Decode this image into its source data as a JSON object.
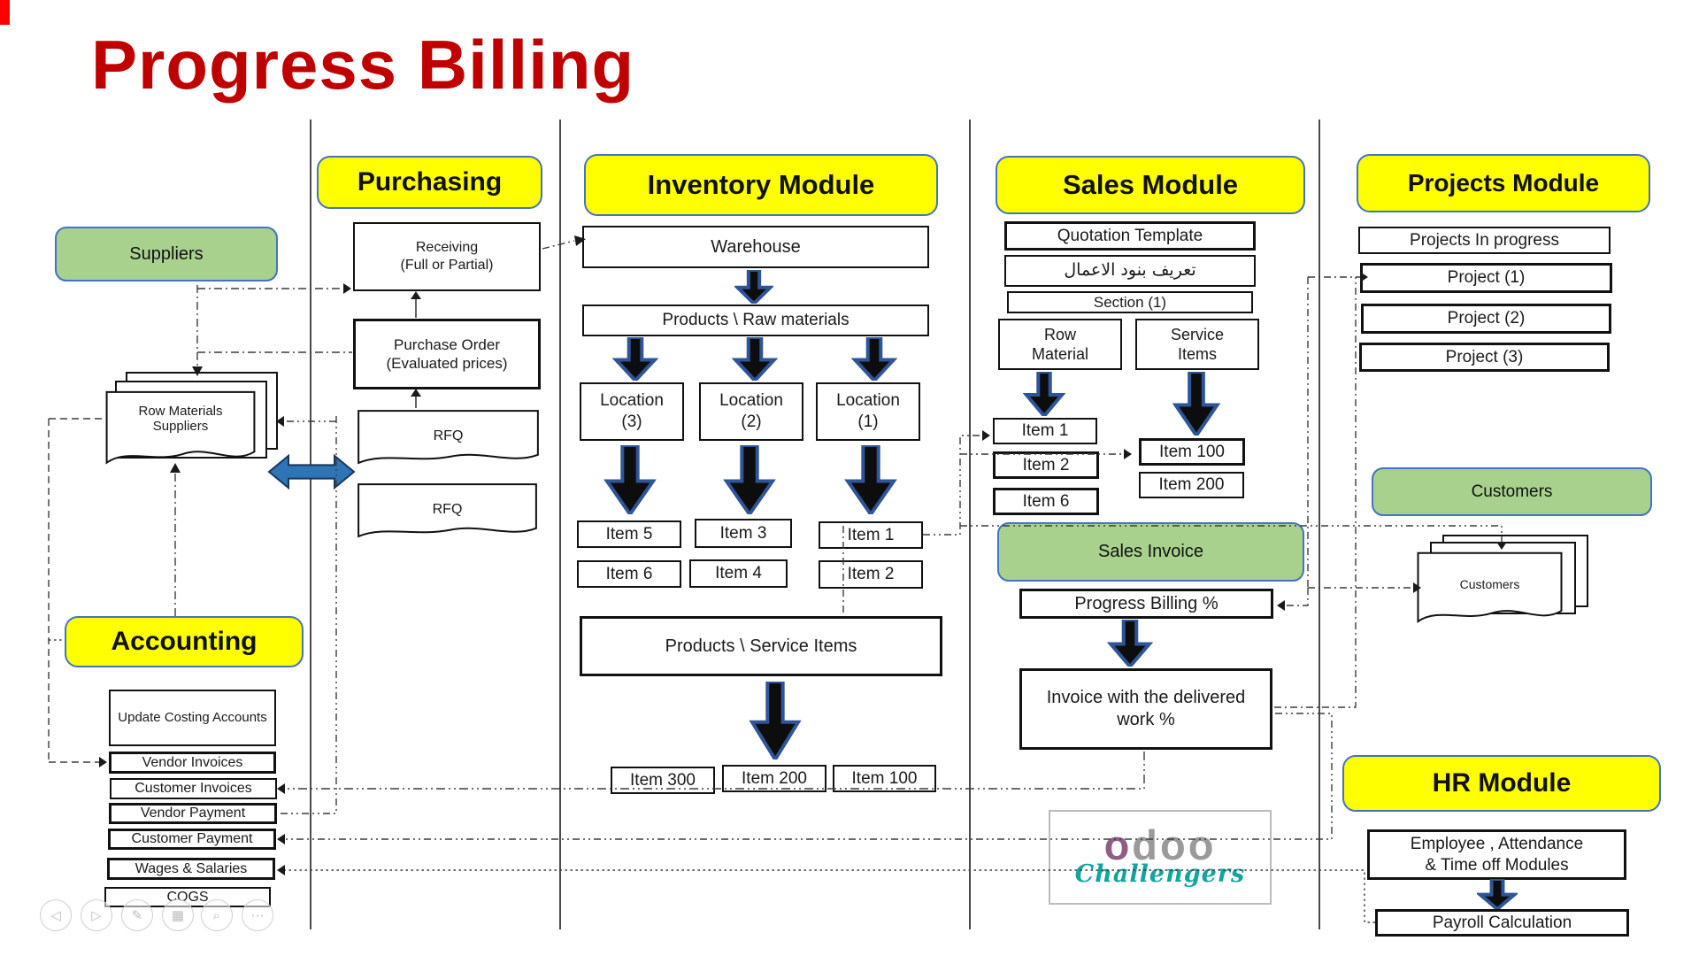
{
  "title": "Progress Billing",
  "purchasing": {
    "header": "Purchasing",
    "receiving": "Receiving\n(Full or Partial)",
    "purchase_order": "Purchase Order\n(Evaluated prices)",
    "rfq1": "RFQ",
    "rfq2": "RFQ"
  },
  "suppliers": {
    "label": "Suppliers",
    "raw_docs": "Row Materials\nSuppliers"
  },
  "accounting": {
    "header": "Accounting",
    "update_costing": "Update Costing Accounts",
    "vendor_invoices": "Vendor Invoices",
    "customer_invoices": "Customer Invoices",
    "vendor_payment": "Vendor Payment",
    "customer_payment": "Customer Payment",
    "wages": "Wages & Salaries",
    "cogs": "COGS"
  },
  "inventory": {
    "header": "Inventory Module",
    "warehouse": "Warehouse",
    "products_raw": "Products \\ Raw materials",
    "loc3": "Location\n(3)",
    "loc2": "Location\n(2)",
    "loc1": "Location\n(1)",
    "items_loc3": [
      "Item 5",
      "Item 6"
    ],
    "items_loc2": [
      "Item 3",
      "Item 4"
    ],
    "items_loc1": [
      "Item 1",
      "Item 2"
    ],
    "products_service": "Products \\ Service Items",
    "service_items": [
      "Item 300",
      "Item 200",
      "Item 100"
    ]
  },
  "sales": {
    "header": "Sales Module",
    "quotation": "Quotation Template",
    "arabic": "تعريف بنود الاعمال",
    "section": "Section (1)",
    "row_material": "Row\nMaterial",
    "service_items": "Service\nItems",
    "items_left": [
      "Item 1",
      "Item 2",
      "Item 6"
    ],
    "items_right": [
      "Item 100",
      "Item 200"
    ],
    "sales_invoice": "Sales Invoice",
    "progress_billing": "Progress Billing %",
    "invoice_delivered": "Invoice with the delivered\nwork %"
  },
  "projects": {
    "header": "Projects Module",
    "in_progress": "Projects In progress",
    "p1": "Project (1)",
    "p2": "Project (2)",
    "p3": "Project (3)"
  },
  "customers": {
    "label": "Customers",
    "docs": "Customers"
  },
  "hr": {
    "header": "HR Module",
    "employee": "Employee , Attendance\n& Time off Modules",
    "payroll": "Payroll Calculation"
  },
  "logo": {
    "brand": "odoo",
    "sub": "Challengers"
  },
  "controls": {
    "prev": "◁",
    "play": "▷",
    "pen": "✎",
    "slides": "▦",
    "zoom": "⌕",
    "more": "⋯"
  },
  "colors": {
    "title": "#C00000",
    "header_bg": "#FFFF00",
    "green": "#A9D18E",
    "accent_border": "#4472C4",
    "arrow_blue": "#2E75B6"
  }
}
